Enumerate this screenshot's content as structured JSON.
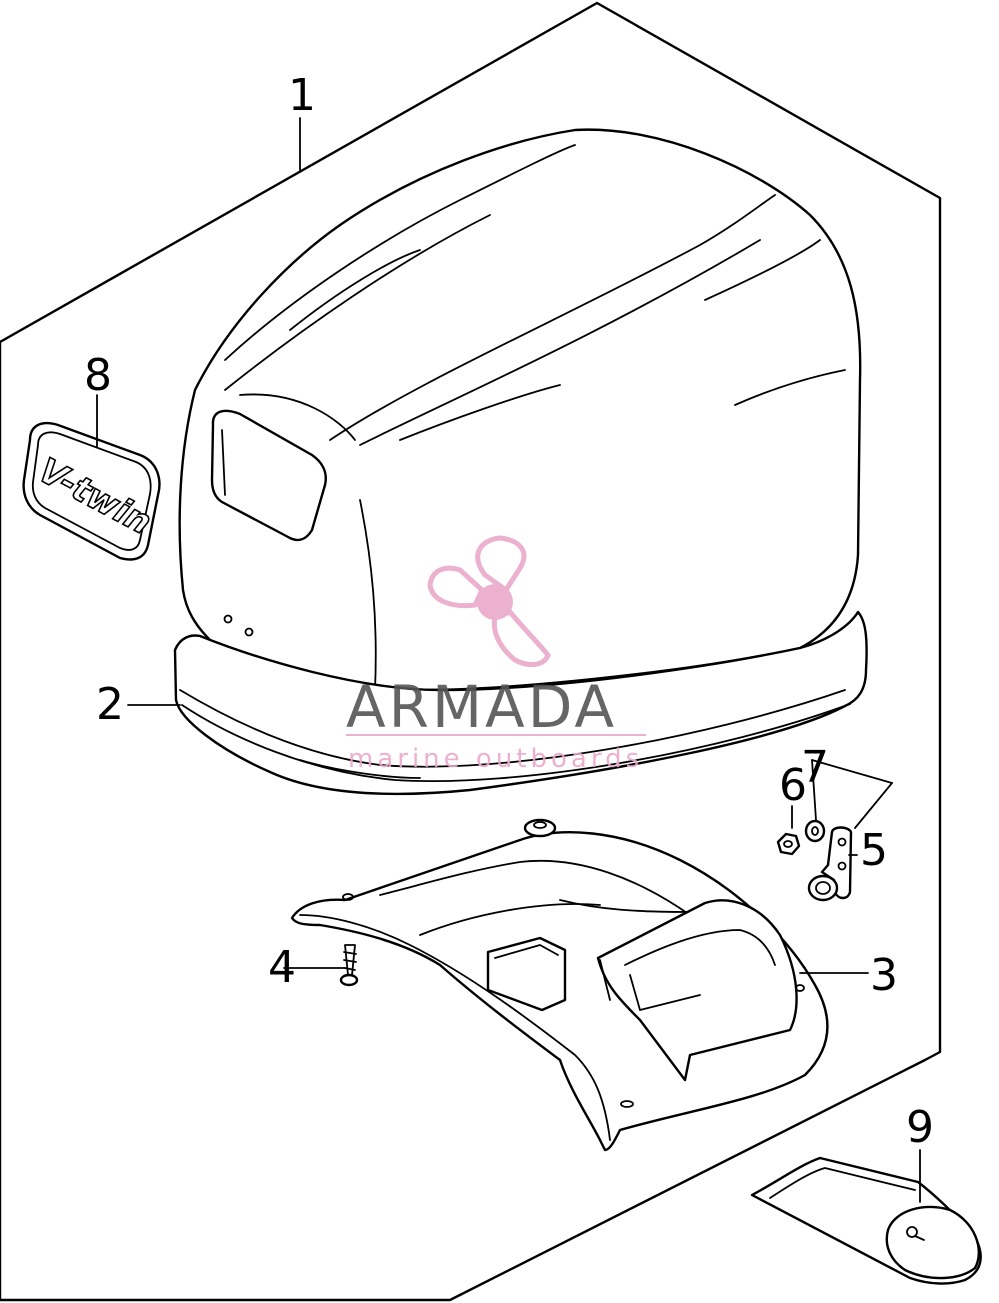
{
  "callouts": {
    "c1": "1",
    "c2": "2",
    "c3": "3",
    "c4": "4",
    "c5": "5",
    "c6": "6",
    "c7": "7",
    "c8": "8",
    "c9": "9"
  },
  "emblem": {
    "text": "V-twin"
  },
  "watermark": {
    "title": "ARMADA",
    "subtitle": "marine outboards",
    "accent_color": "#e9a9c9",
    "text_color": "#555555"
  }
}
